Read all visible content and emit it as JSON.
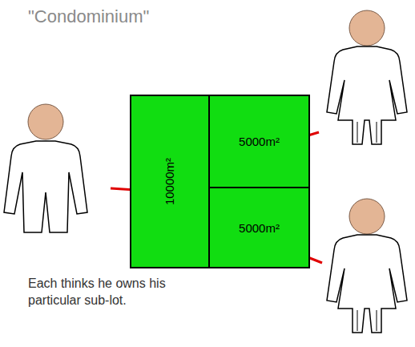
{
  "diagram": {
    "title": "\"Condominium\"",
    "caption": "Each thinks he owns his particular sub-lot.",
    "nodes": [
      {
        "text": [
          "10000m²"
        ]
      },
      {
        "text": [
          "5000m²"
        ]
      },
      {
        "text": [
          "5000m²"
        ]
      }
    ]
  }
}
